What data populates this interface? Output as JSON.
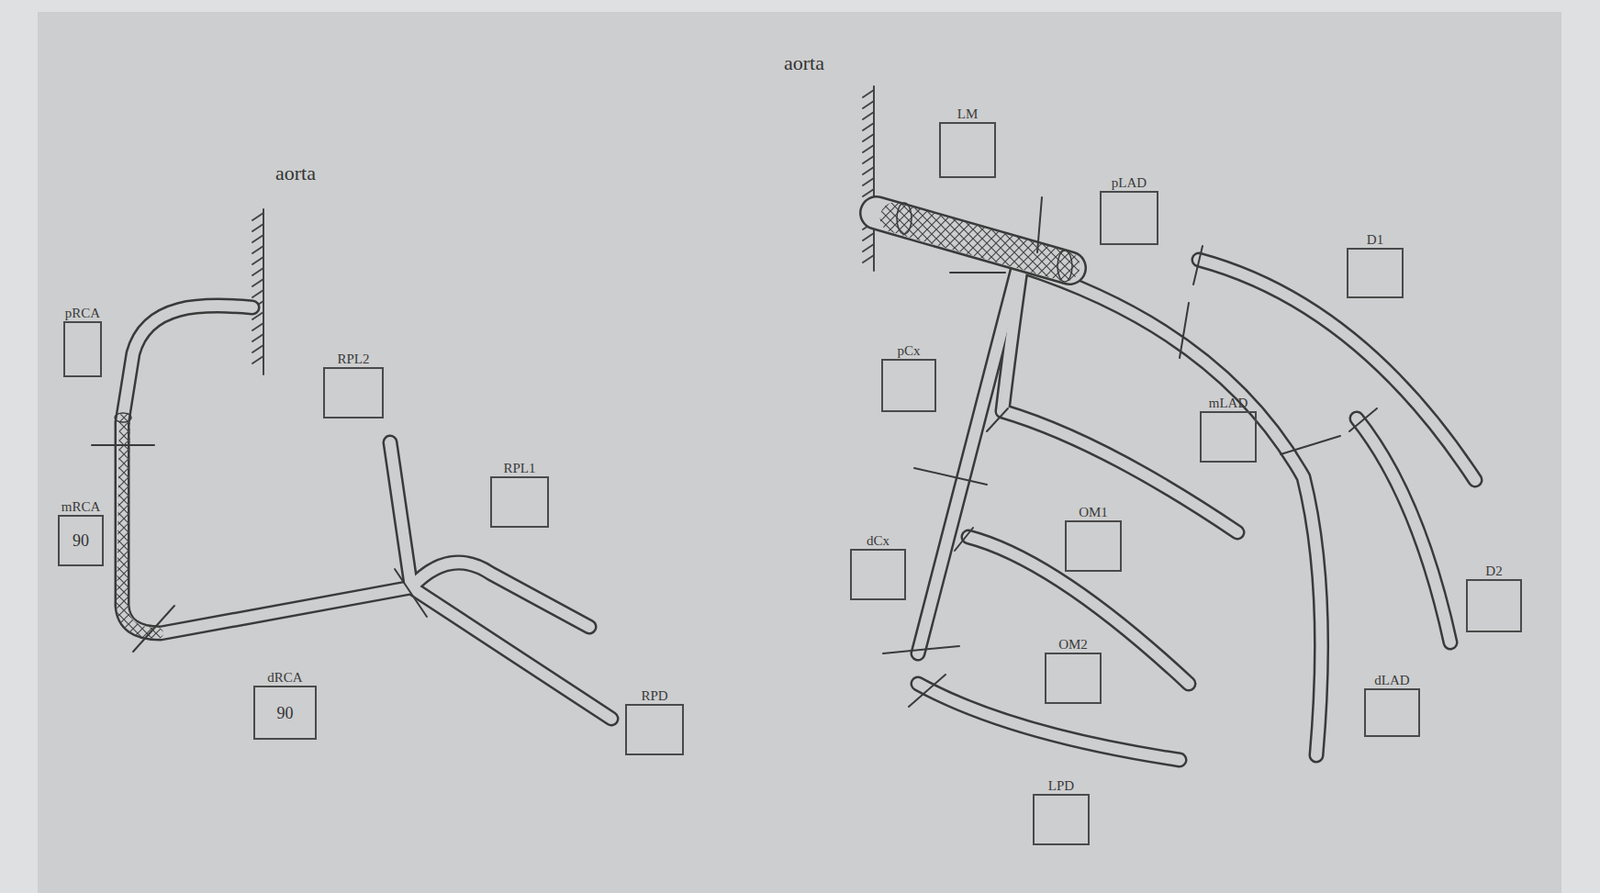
{
  "diagram": {
    "nodes": [
      {
        "text": [
          "pRCA"
        ]
      },
      {
        "text": [
          "mRCA",
          "90"
        ]
      },
      {
        "text": [
          "dRCA",
          "90"
        ]
      },
      {
        "text": [
          "RPL2"
        ]
      },
      {
        "text": [
          "RPL1"
        ]
      },
      {
        "text": [
          "RPD"
        ]
      },
      {
        "text": [
          "LM"
        ]
      },
      {
        "text": [
          "pLAD"
        ]
      },
      {
        "text": [
          "D1"
        ]
      },
      {
        "text": [
          "pCx"
        ]
      },
      {
        "text": [
          "mLAD"
        ]
      },
      {
        "text": [
          "OM1"
        ]
      },
      {
        "text": [
          "dCx"
        ]
      },
      {
        "text": [
          "OM2"
        ]
      },
      {
        "text": [
          "D2"
        ]
      },
      {
        "text": [
          "dLAD"
        ]
      },
      {
        "text": [
          "LPD"
        ]
      }
    ],
    "labels": [
      "aorta",
      "aorta"
    ]
  }
}
